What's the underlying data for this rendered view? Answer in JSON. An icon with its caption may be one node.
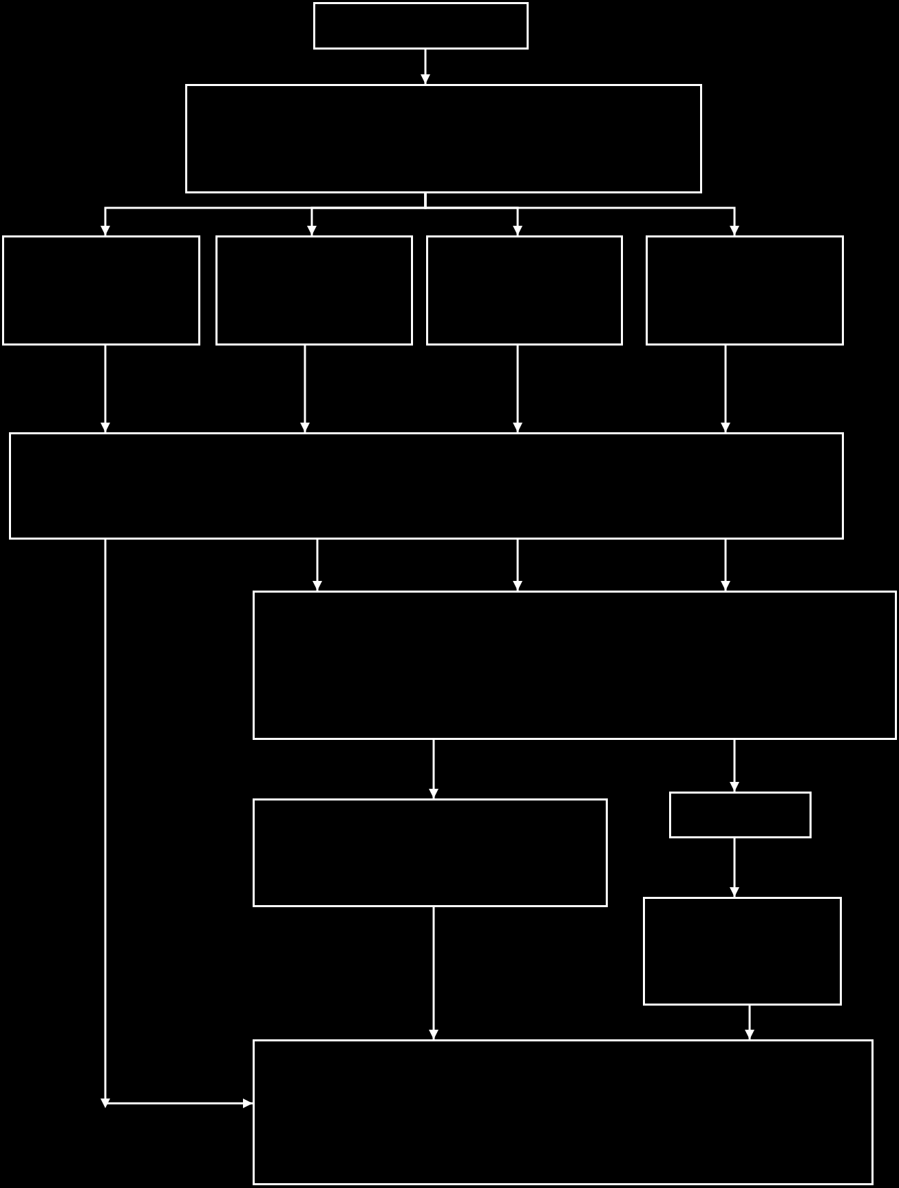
{
  "diagram": {
    "nodes": [
      {
        "text": [],
        "shape": "box"
      },
      {
        "text": [],
        "shape": "box"
      },
      {
        "text": [],
        "shape": "box"
      },
      {
        "text": [],
        "shape": "box"
      },
      {
        "text": [],
        "shape": "box"
      },
      {
        "text": [],
        "shape": "box"
      },
      {
        "text": [],
        "shape": "box"
      },
      {
        "text": [],
        "shape": "box"
      },
      {
        "text": [],
        "shape": "box"
      },
      {
        "text": [],
        "shape": "box"
      },
      {
        "text": [],
        "shape": "box"
      },
      {
        "text": [],
        "shape": "box"
      }
    ],
    "edges": [
      {
        "from": 0,
        "to": 1,
        "arrow": "to"
      },
      {
        "from": 1,
        "to": 2,
        "arrow": "to"
      },
      {
        "from": 1,
        "to": 3,
        "arrow": "to"
      },
      {
        "from": 1,
        "to": 4,
        "arrow": "to"
      },
      {
        "from": 1,
        "to": 5,
        "arrow": "to"
      },
      {
        "from": 2,
        "to": 6,
        "arrow": "to"
      },
      {
        "from": 3,
        "to": 6,
        "arrow": "to"
      },
      {
        "from": 4,
        "to": 6,
        "arrow": "to"
      },
      {
        "from": 5,
        "to": 6,
        "arrow": "to"
      },
      {
        "from": 6,
        "to": 7,
        "arrow": "to"
      },
      {
        "from": 6,
        "to": 7,
        "arrow": "to"
      },
      {
        "from": 6,
        "to": 7,
        "arrow": "to"
      },
      {
        "from": 6,
        "to": 11,
        "arrow": "to"
      },
      {
        "from": 7,
        "to": 8,
        "arrow": "to"
      },
      {
        "from": 7,
        "to": 9,
        "arrow": "to"
      },
      {
        "from": 9,
        "to": 10,
        "arrow": "to"
      },
      {
        "from": 8,
        "to": 11,
        "arrow": "to"
      },
      {
        "from": 10,
        "to": 11,
        "arrow": "to"
      }
    ]
  }
}
